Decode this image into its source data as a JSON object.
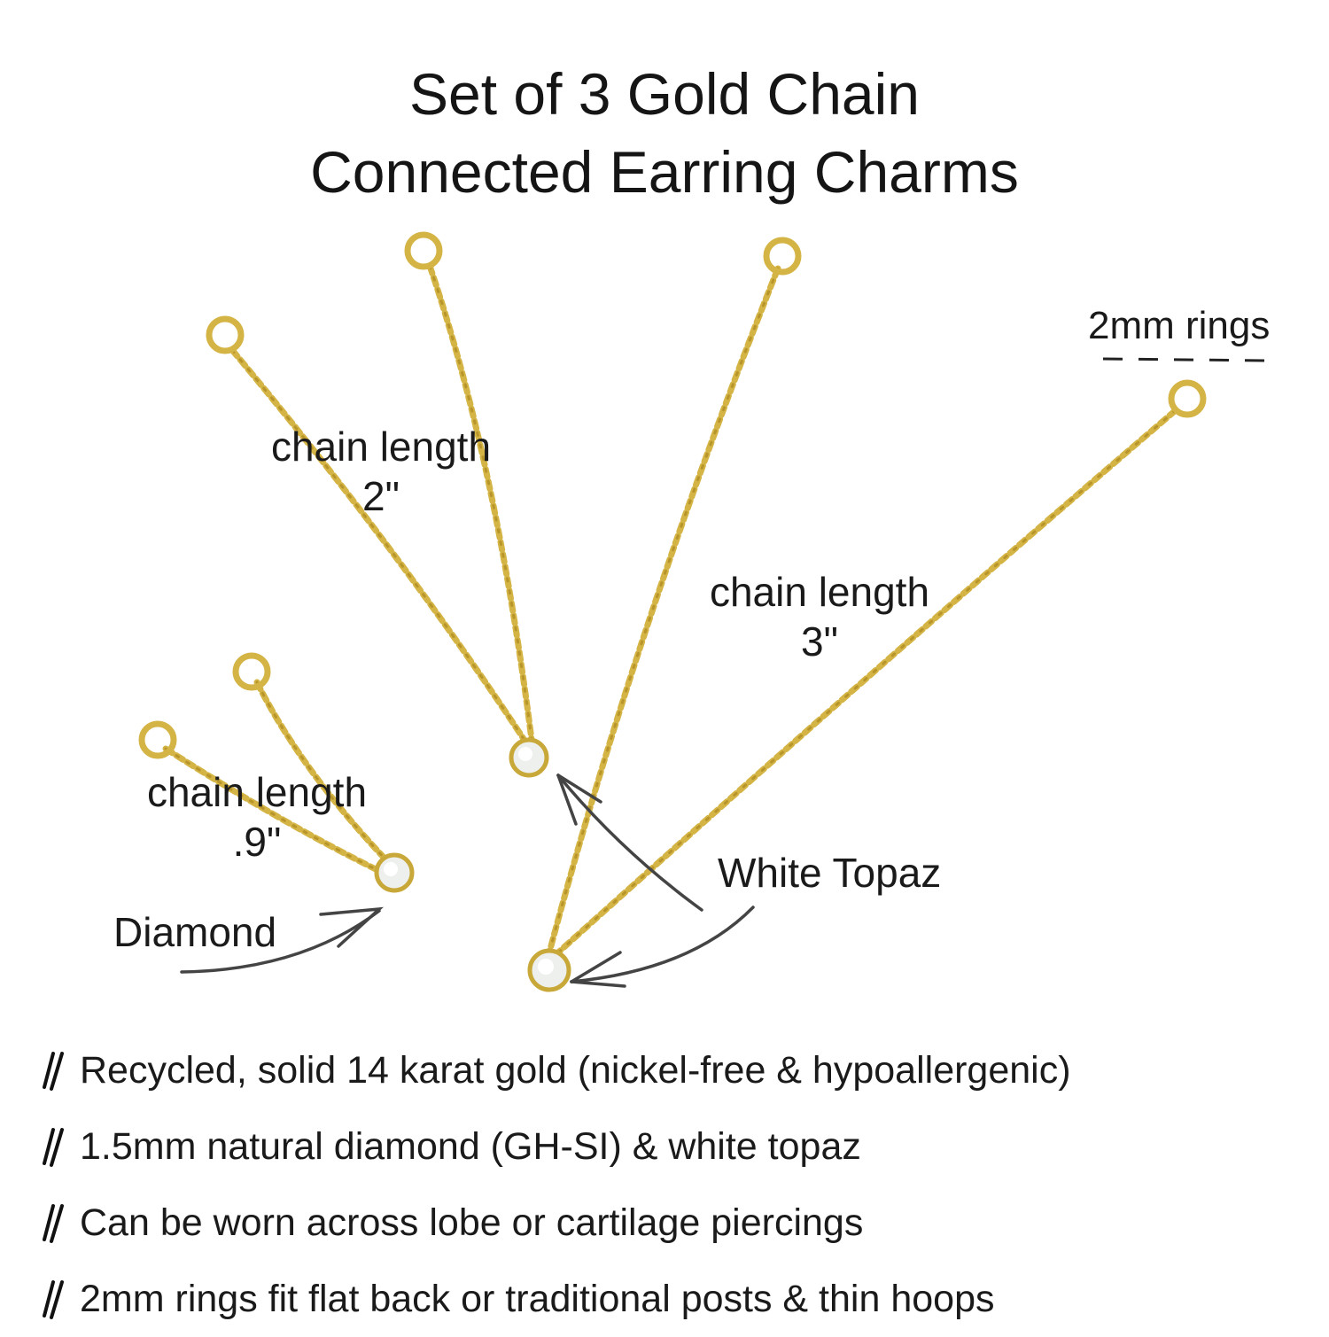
{
  "title": {
    "line1": "Set of 3 Gold Chain",
    "line2": "Connected Earring Charms"
  },
  "labels": {
    "short_chain": {
      "caption": "chain length",
      "value": ".9\""
    },
    "medium_chain": {
      "caption": "chain length",
      "value": "2\""
    },
    "long_chain": {
      "caption": "chain length",
      "value": "3\""
    },
    "rings": "2mm rings",
    "diamond": "Diamond",
    "white_topaz": "White Topaz"
  },
  "features": [
    {
      "icon": "double-slash-icon",
      "text": "Recycled, solid 14 karat gold (nickel-free & hypoallergenic)"
    },
    {
      "icon": "double-slash-icon",
      "text": "1.5mm natural diamond (GH-SI) & white topaz"
    },
    {
      "icon": "double-slash-icon",
      "text": "Can be worn across lobe or cartilage piercings"
    },
    {
      "icon": "double-slash-icon",
      "text": "2mm rings fit flat back or traditional posts & thin hoops"
    }
  ],
  "colors": {
    "gold": "#d9b949",
    "gold_dark": "#b8952a",
    "text": "#151515",
    "arrow": "#4a4a4a"
  }
}
